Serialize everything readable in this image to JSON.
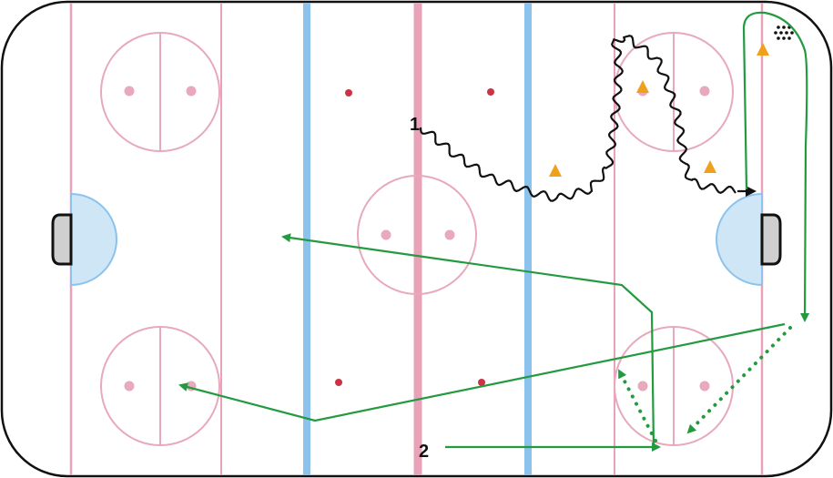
{
  "labels": {
    "step_1": "1",
    "step_2": "2"
  },
  "colors": {
    "board": "#111111",
    "red_line": "#e8a3b8",
    "blue_line": "#8cc3ec",
    "crease_fill": "#cfe6f7",
    "crease_stroke": "#8cc3ec",
    "faceoff_circle": "#e7a9bb",
    "faceoff_dot": "#e7a9bb",
    "neutral_dot": "#cc3344",
    "skate_path": "#111111",
    "pass_path": "#239a3f",
    "cone": "#f0a11c",
    "net": "#cfcfcf"
  },
  "icons": {
    "cone": "traffic-cone-triangle",
    "puck_pile": "puck-pile-dots",
    "net": "goal-net"
  }
}
